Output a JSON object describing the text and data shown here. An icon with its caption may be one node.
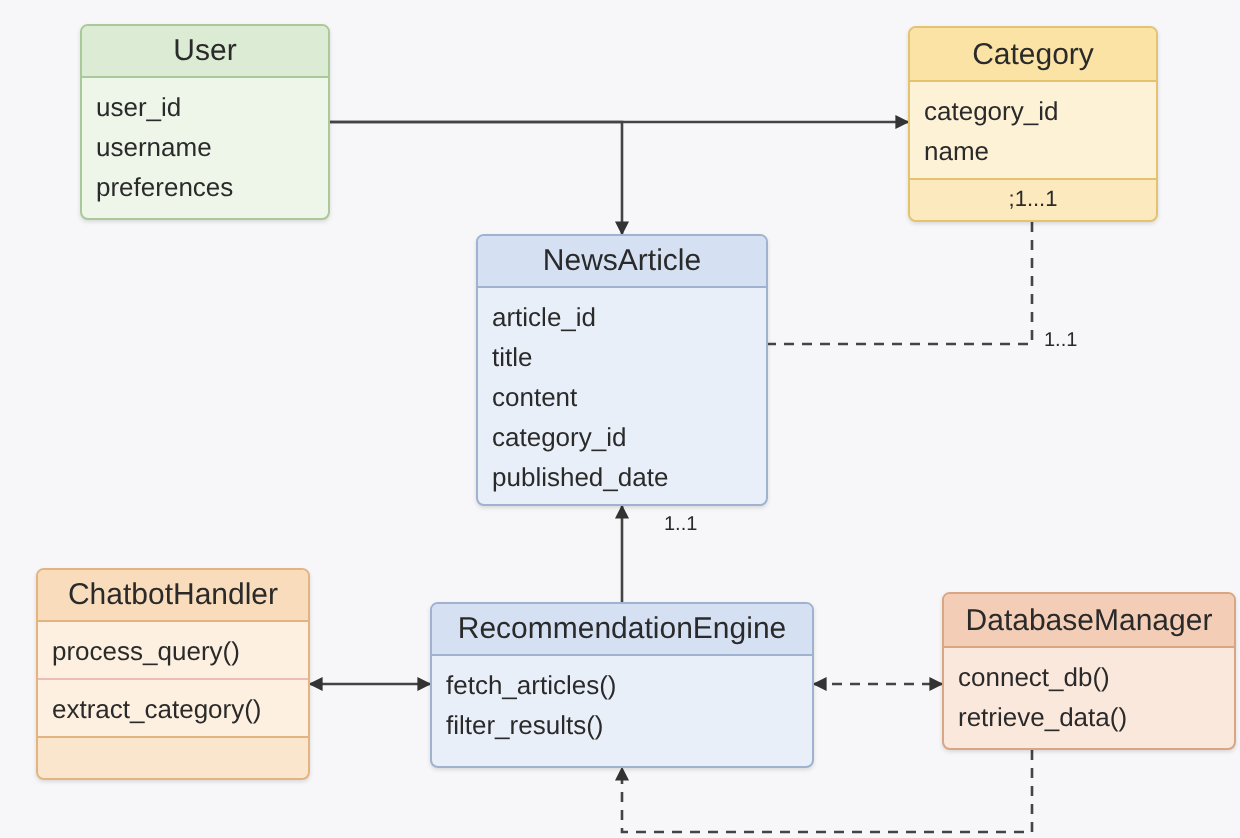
{
  "diagram": {
    "nodes": [
      {
        "text": [
          "User",
          "user_id",
          "username",
          "preferences"
        ]
      },
      {
        "text": [
          "Category",
          "category_id",
          "name",
          ";1...1"
        ]
      },
      {
        "text": [
          "NewsArticle",
          "article_id",
          "title",
          "content",
          "category_id",
          "published_date"
        ]
      },
      {
        "text": [
          "ChatbotHandler",
          "process_query()",
          "extract_category()"
        ]
      },
      {
        "text": [
          "RecommendationEngine",
          "fetch_articles()",
          "filter_results()"
        ]
      },
      {
        "text": [
          "DatabaseManager",
          "connect_db()",
          "retrieve_data()"
        ]
      }
    ],
    "edges": [
      {
        "from": 0,
        "to": 1,
        "arrow": "to"
      },
      {
        "from": 0,
        "to": 2,
        "arrow": "to"
      },
      {
        "from": 1,
        "to": 2,
        "arrow": "none",
        "style": "dashed",
        "label": "1..1"
      },
      {
        "from": 4,
        "to": 2,
        "arrow": "to",
        "label": "1..1"
      },
      {
        "from": 3,
        "to": 4,
        "arrow": "both"
      },
      {
        "from": 4,
        "to": 5,
        "arrow": "both",
        "style": "dashed"
      },
      {
        "from": 5,
        "to": 4,
        "arrow": "to",
        "style": "dashed"
      }
    ]
  }
}
